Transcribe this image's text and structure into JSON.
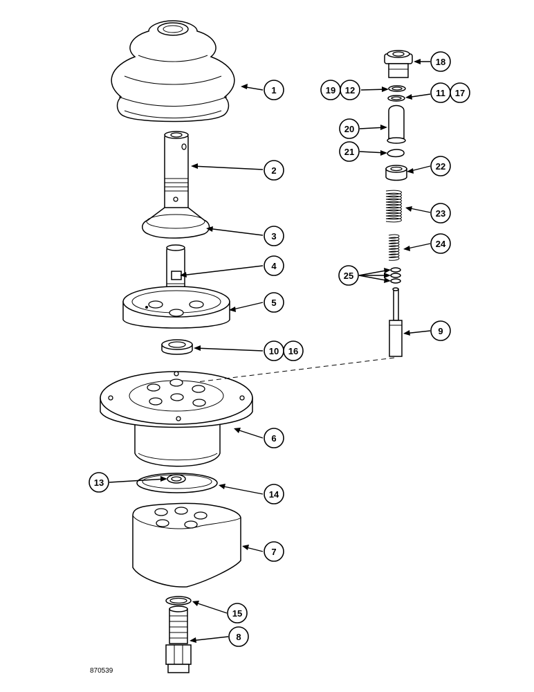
{
  "figure_number": "870539",
  "callouts": [
    {
      "id": "c1",
      "label": "1"
    },
    {
      "id": "c2",
      "label": "2"
    },
    {
      "id": "c3",
      "label": "3"
    },
    {
      "id": "c4",
      "label": "4"
    },
    {
      "id": "c5",
      "label": "5"
    },
    {
      "id": "c10",
      "label": "10"
    },
    {
      "id": "c16",
      "label": "16"
    },
    {
      "id": "c6",
      "label": "6"
    },
    {
      "id": "c13",
      "label": "13"
    },
    {
      "id": "c14",
      "label": "14"
    },
    {
      "id": "c7",
      "label": "7"
    },
    {
      "id": "c15",
      "label": "15"
    },
    {
      "id": "c8",
      "label": "8"
    },
    {
      "id": "c18",
      "label": "18"
    },
    {
      "id": "c19",
      "label": "19"
    },
    {
      "id": "c12",
      "label": "12"
    },
    {
      "id": "c11",
      "label": "11"
    },
    {
      "id": "c17",
      "label": "17"
    },
    {
      "id": "c20",
      "label": "20"
    },
    {
      "id": "c21",
      "label": "21"
    },
    {
      "id": "c22",
      "label": "22"
    },
    {
      "id": "c23",
      "label": "23"
    },
    {
      "id": "c24",
      "label": "24"
    },
    {
      "id": "c25",
      "label": "25"
    },
    {
      "id": "c9",
      "label": "9"
    }
  ]
}
